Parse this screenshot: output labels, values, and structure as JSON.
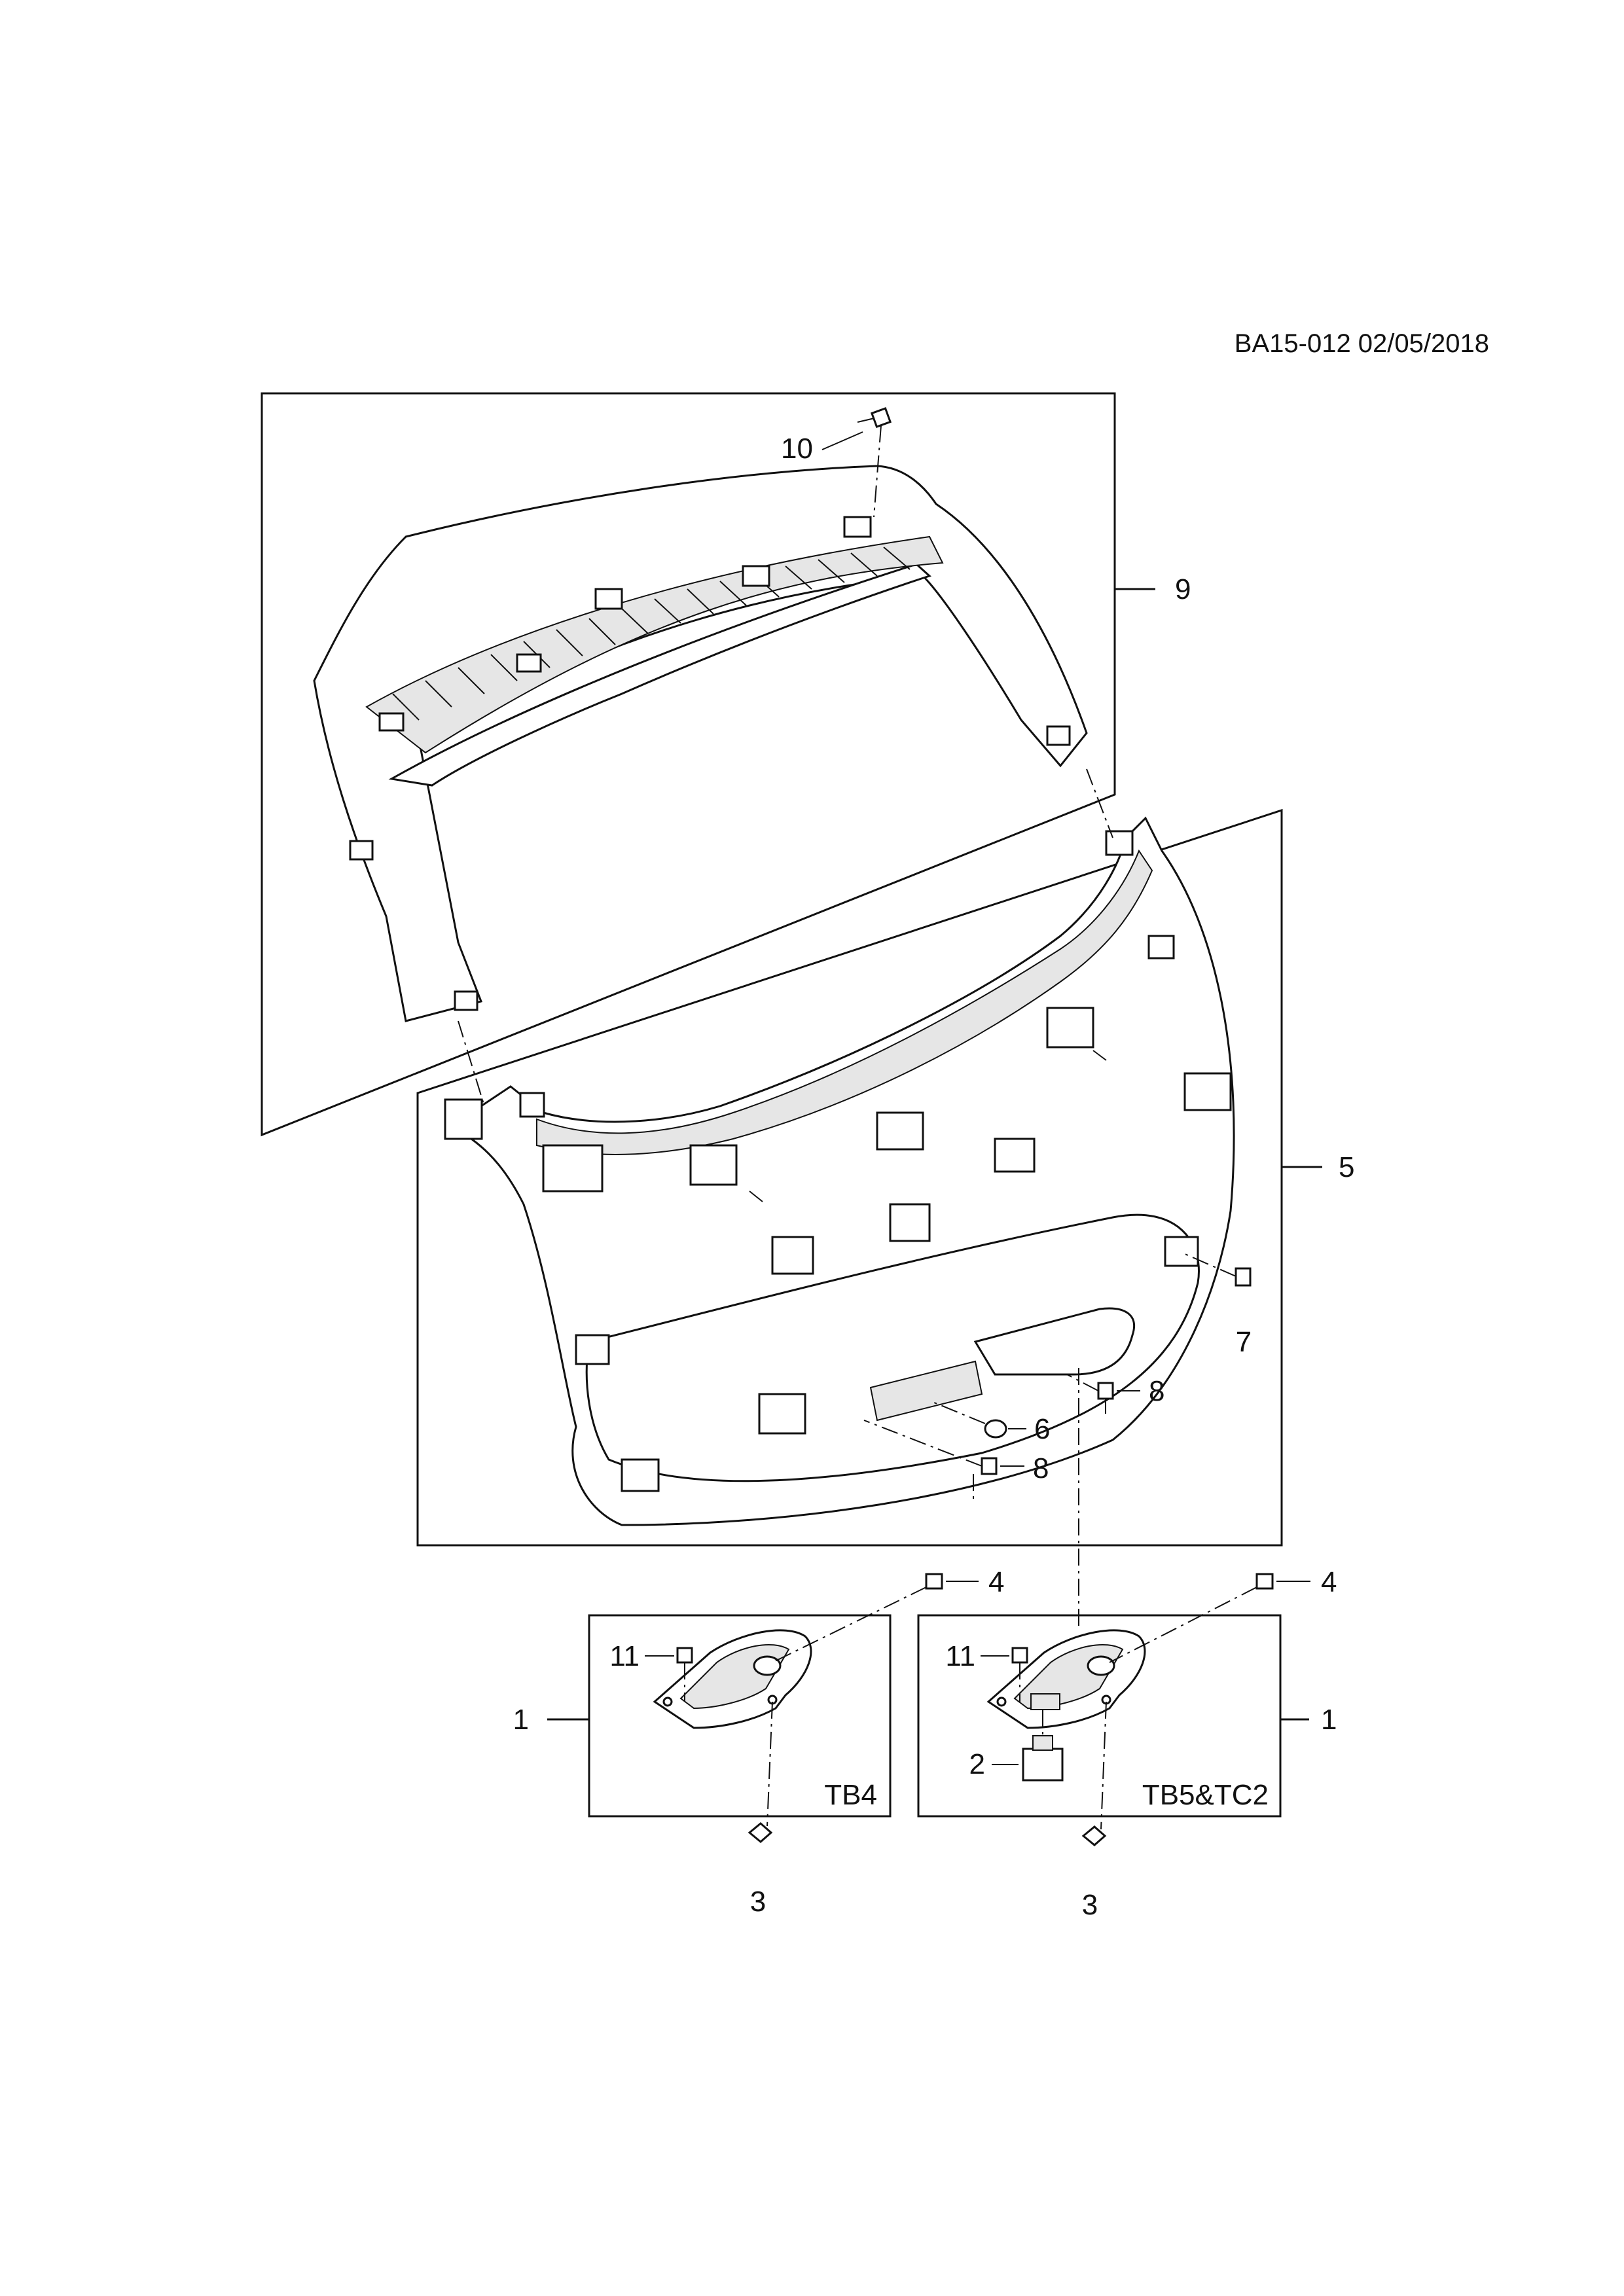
{
  "document": {
    "reference": "BA15-012 02/05/2018"
  },
  "callouts": {
    "c1_left": "1",
    "c1_right": "1",
    "c2": "2",
    "c3_left": "3",
    "c3_right": "3",
    "c4_left": "4",
    "c4_right": "4",
    "c5": "5",
    "c6": "6",
    "c7": "7",
    "c8_upper": "8",
    "c8_lower": "8",
    "c9": "9",
    "c10": "10",
    "c11_left": "11",
    "c11_right": "11"
  },
  "variants": {
    "left_box": "TB4",
    "right_box": "TB5&TC2"
  }
}
